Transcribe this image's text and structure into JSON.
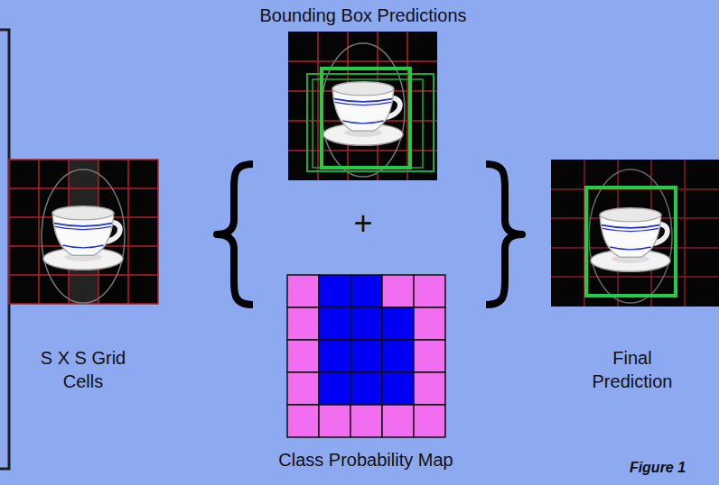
{
  "diagram": {
    "nodes": [
      {
        "text": [
          "Bounding Box Predictions"
        ]
      },
      {
        "text": [
          "S X S Grid Cells"
        ]
      },
      {
        "text": [
          "Class Probability Map"
        ]
      },
      {
        "text": [
          "Final Prediction"
        ]
      }
    ],
    "labels": [
      "+",
      "Figure 1"
    ]
  }
}
